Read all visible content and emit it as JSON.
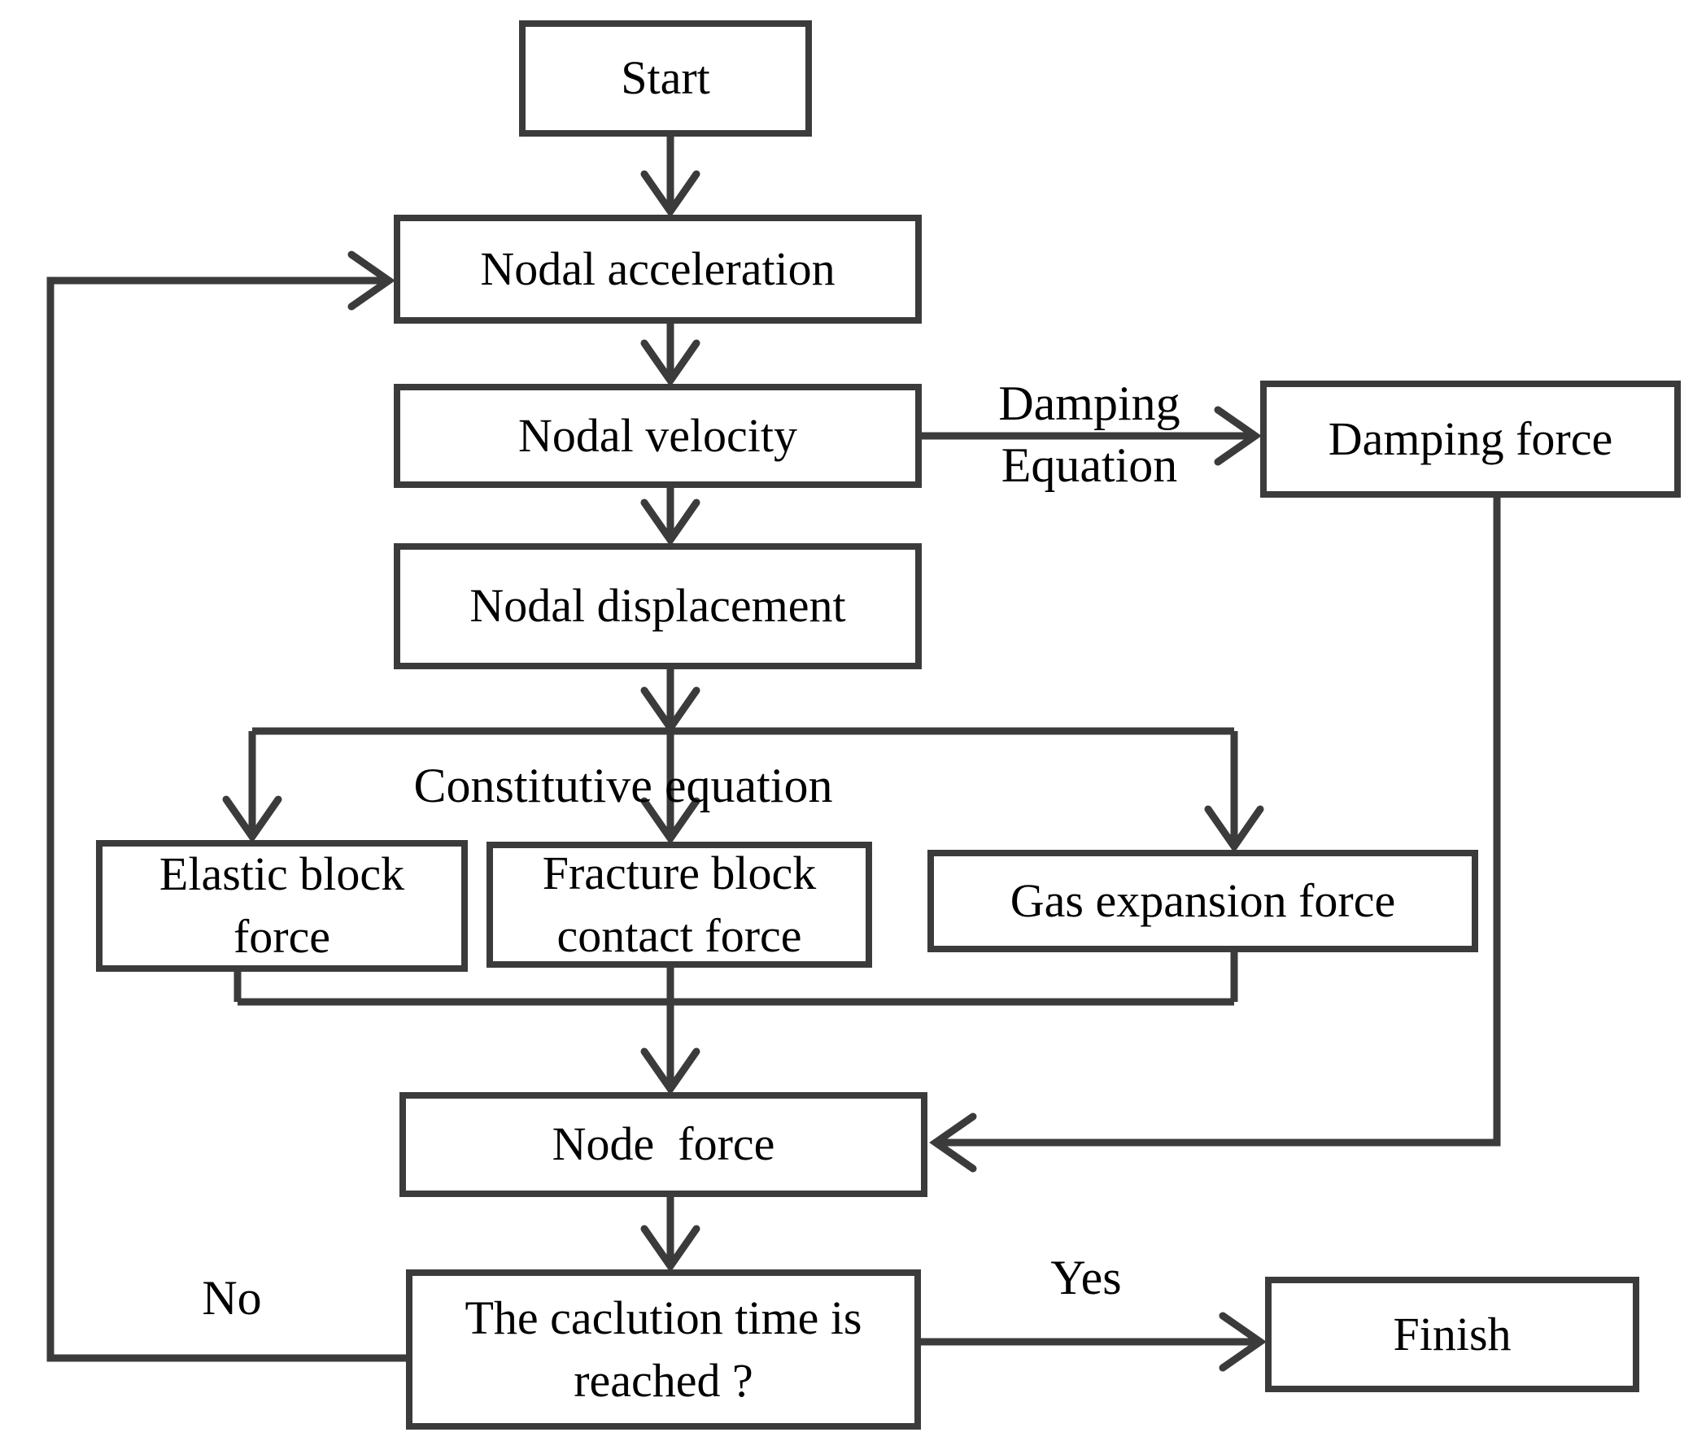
{
  "flowchart": {
    "nodes": {
      "start": {
        "label": "Start"
      },
      "acceleration": {
        "label": "Nodal acceleration"
      },
      "velocity": {
        "label": "Nodal velocity"
      },
      "damping": {
        "label": "Damping force"
      },
      "displacement": {
        "label": "Nodal displacement"
      },
      "elastic": {
        "label": "Elastic block\nforce"
      },
      "fracture": {
        "label": "Fracture block\ncontact force"
      },
      "gas": {
        "label": "Gas expansion force"
      },
      "node_force": {
        "label": "Node  force"
      },
      "decision": {
        "label": "The caclution time is\nreached ?"
      },
      "finish": {
        "label": "Finish"
      }
    },
    "edge_labels": {
      "damping_equation": "Damping\nEquation",
      "constitutive_equation": "Constitutive equation",
      "no": "No",
      "yes": "Yes"
    },
    "colors": {
      "line": "#3b3b3b",
      "text": "#000000",
      "background": "#ffffff"
    }
  }
}
